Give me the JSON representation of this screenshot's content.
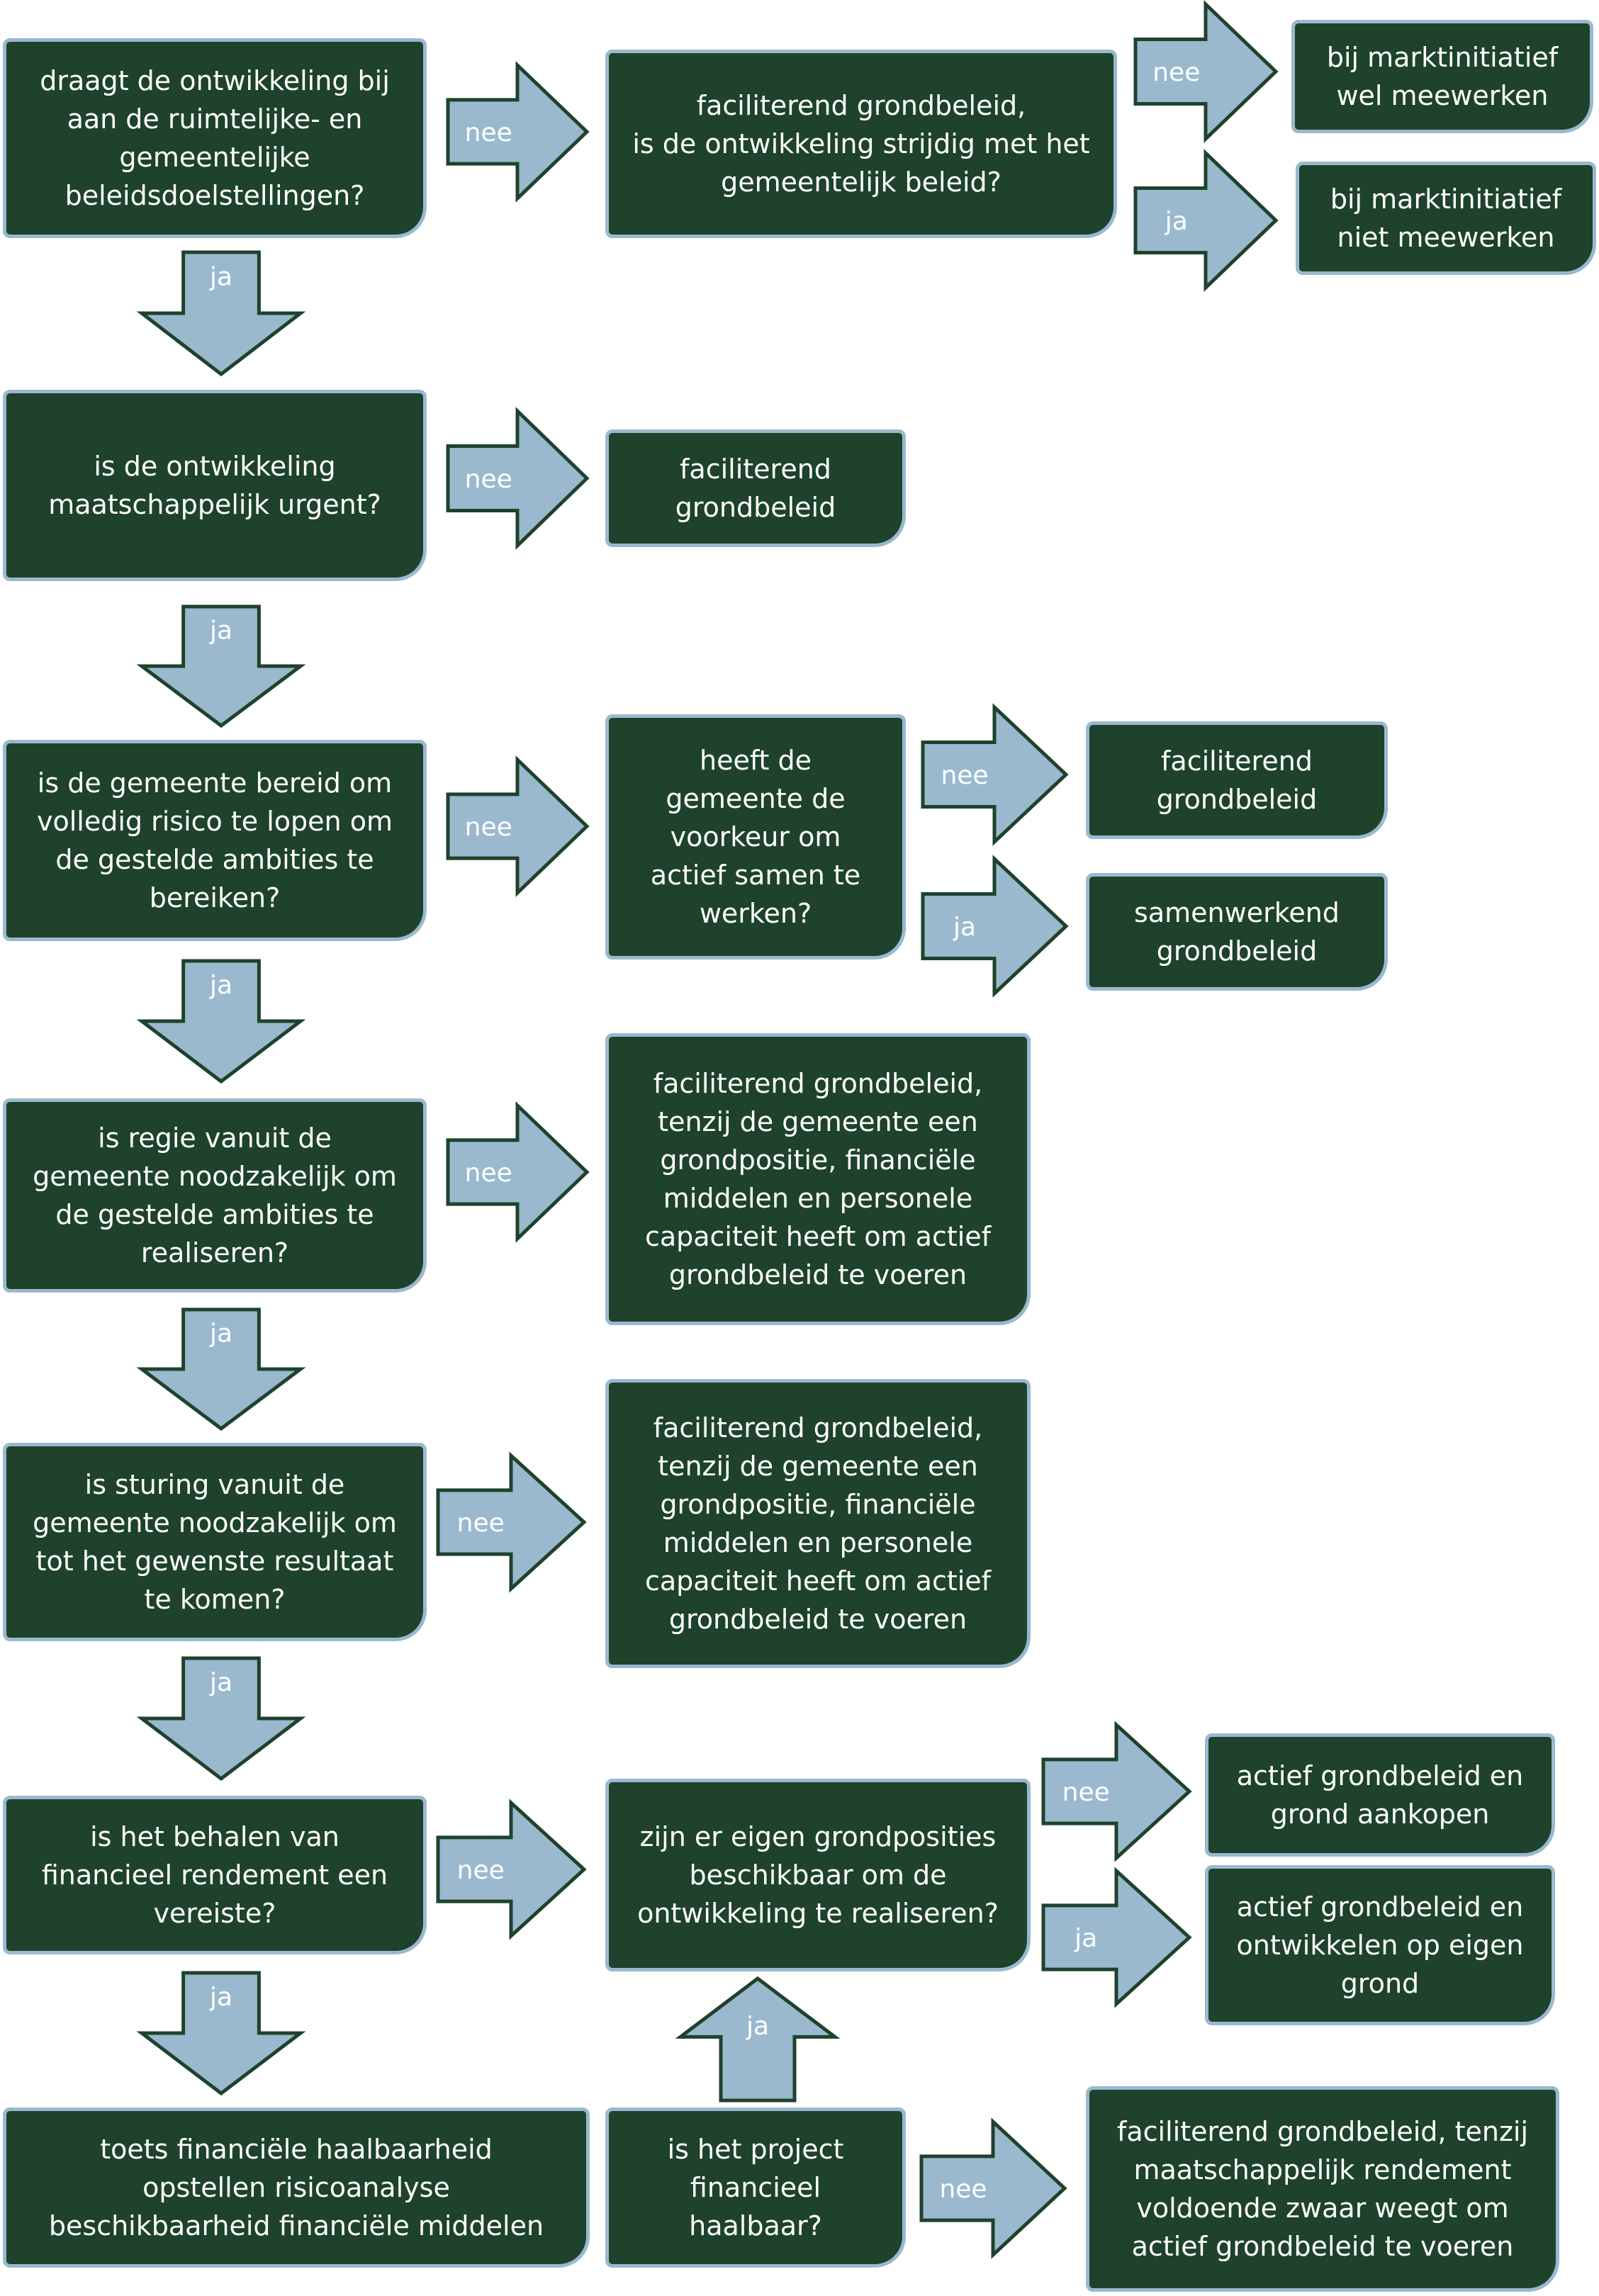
{
  "colors": {
    "box_fill": "#1e422b",
    "box_border": "#9ab9cf",
    "arrow_fill": "#9ab9cf",
    "text": "#ffffff"
  },
  "labels": {
    "no": "nee",
    "yes": "ja"
  },
  "nodes": {
    "q1": "draagt de ontwikkeling bij\naan de ruimtelijke- en\ngemeentelijke\nbeleidsdoelstellingen?",
    "q1_no": "faciliterend grondbeleid,\nis de ontwikkeling strijdig met het\ngemeentelijk beleid?",
    "q1_no_no": "bij marktinitiatief\nwel meewerken",
    "q1_no_yes": "bij marktinitiatief\nniet meewerken",
    "q2": "is de ontwikkeling\nmaatschappelijk urgent?",
    "q2_no": "faciliterend\ngrondbeleid",
    "q3": "is de gemeente bereid om\nvolledig risico te lopen om\nde gestelde ambities te\nbereiken?",
    "q3_no": "heeft de\ngemeente de\nvoorkeur om\nactief samen te\nwerken?",
    "q3_no_no": "faciliterend\ngrondbeleid",
    "q3_no_yes": "samenwerkend\ngrondbeleid",
    "q4": "is regie vanuit de\ngemeente noodzakelijk om\nde gestelde ambities te\nrealiseren?",
    "q4_no": "faciliterend grondbeleid,\ntenzij de gemeente een\ngrondpositie, financiële\nmiddelen en personele\ncapaciteit heeft om actief\ngrondbeleid te voeren",
    "q5": "is sturing vanuit de\ngemeente noodzakelijk om\ntot het gewenste resultaat\nte komen?",
    "q5_no": "faciliterend grondbeleid,\ntenzij de gemeente een\ngrondpositie, financiële\nmiddelen en personele\ncapaciteit heeft om actief\ngrondbeleid te voeren",
    "q6": "is het behalen van\nfinancieel rendement een\nvereiste?",
    "q6_no": "zijn er eigen grondposities\nbeschikbaar om de\nontwikkeling te realiseren?",
    "q6_no_no": "actief grondbeleid en\ngrond aankopen",
    "q6_no_yes": "actief grondbeleid en\nontwikkelen op eigen\ngrond",
    "q7": "toets financiële haalbaarheid\nopstellen risicoanalyse\nbeschikbaarheid financiële middelen",
    "q8": "is het project\nfinancieel\nhaalbaar?",
    "q8_no": "faciliterend grondbeleid, tenzij\nmaatschappelijk rendement\nvoldoende zwaar weegt om\nactief grondbeleid te voeren"
  }
}
